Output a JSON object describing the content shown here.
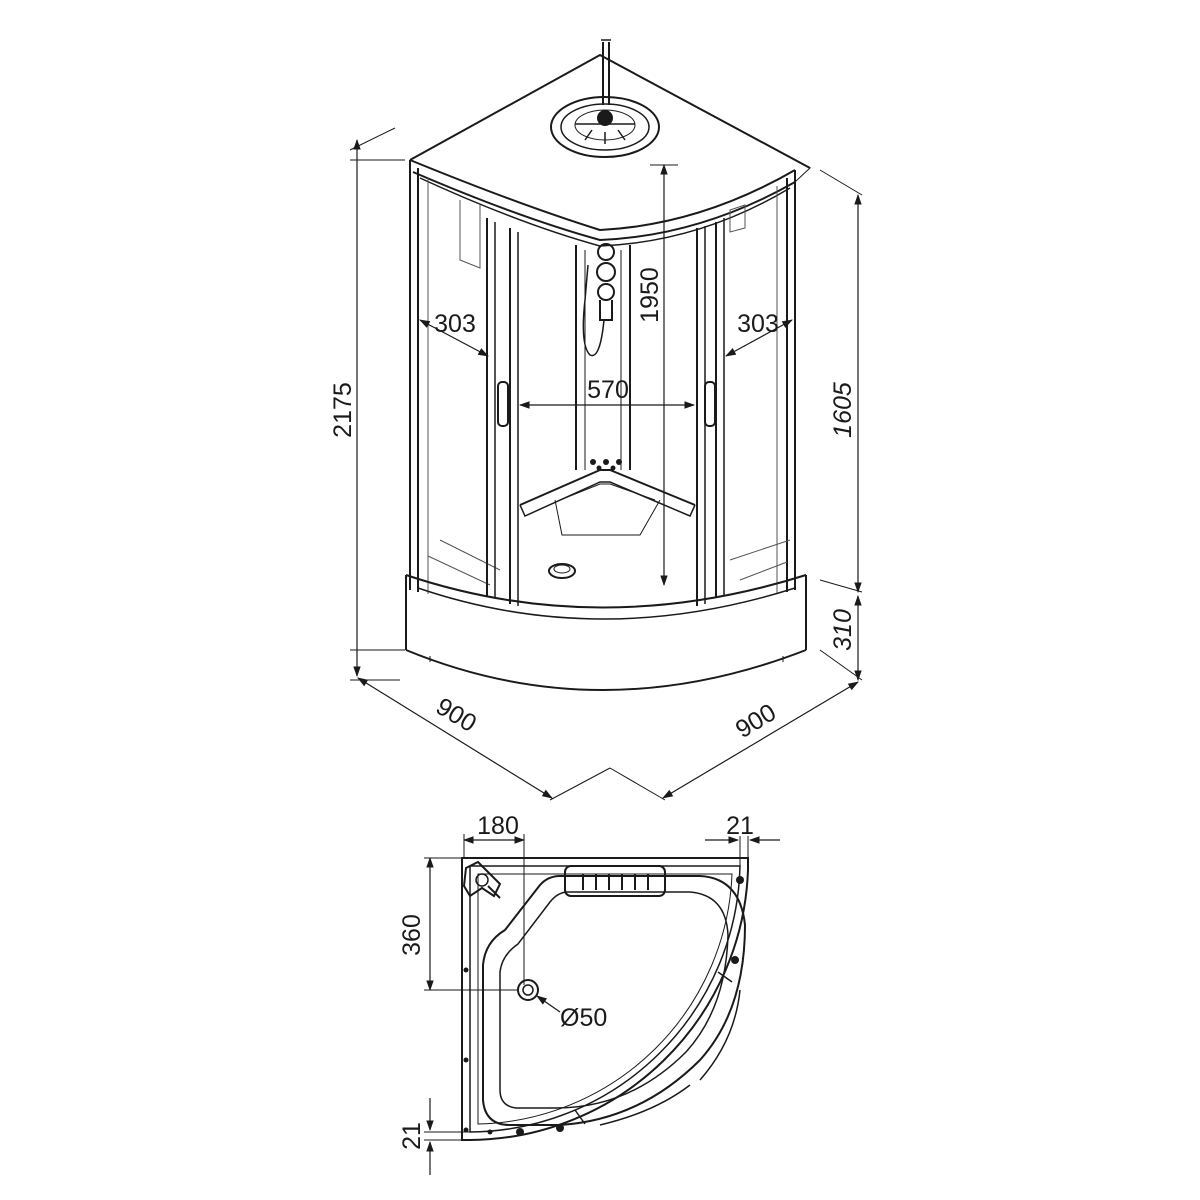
{
  "elevation_dimensions": {
    "total_height": "2175",
    "cabin_height": "1950",
    "door_height": "1605",
    "tray_height": "310",
    "depth_left": "900",
    "width_right": "900",
    "left_panel_width": "303",
    "right_panel_width": "303",
    "entrance_width": "570"
  },
  "plan_dimensions": {
    "drain_offset_x": "180",
    "drain_offset_y": "360",
    "drain_diameter": "Ø50",
    "top_gap": "21",
    "left_gap": "21"
  }
}
